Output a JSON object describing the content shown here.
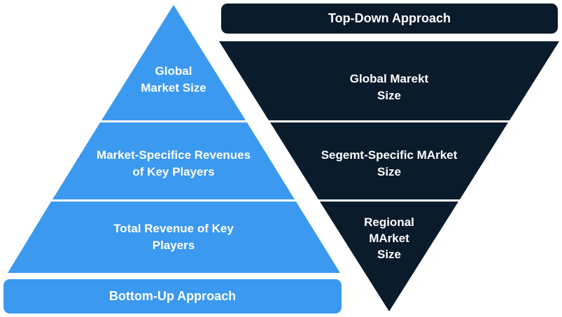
{
  "colors": {
    "blue": "#3b99ef",
    "navy": "#0a1b2c",
    "text": "#ffffff",
    "background": "#ffffff"
  },
  "diagram": {
    "left": {
      "header": "Bottom-Up Approach",
      "levels": [
        {
          "lines": [
            "Global",
            "Market Size"
          ]
        },
        {
          "lines": [
            "Market-Specifice Revenues",
            "of Key Players"
          ]
        },
        {
          "lines": [
            "Total Revenue of Key",
            "Players"
          ]
        }
      ]
    },
    "right": {
      "header": "Top-Down Approach",
      "levels": [
        {
          "lines": [
            "Global Marekt",
            "Size"
          ]
        },
        {
          "lines": [
            "Segemt-Specific MArket",
            "Size"
          ]
        },
        {
          "lines": [
            "Regional",
            "MArket",
            "Size"
          ]
        }
      ]
    }
  }
}
